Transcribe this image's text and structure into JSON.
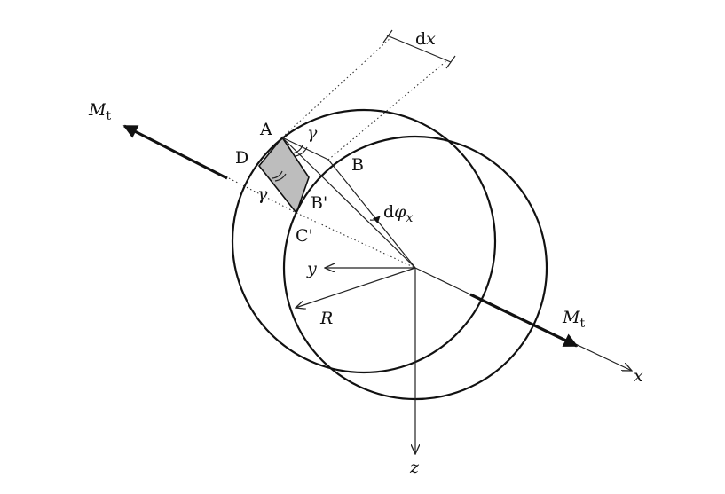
{
  "labels": {
    "A": "A",
    "B": "B",
    "B_prime": "B'",
    "C_prime": "C'",
    "D": "D",
    "gamma": "γ",
    "dx_d": "d",
    "dx_x": "x",
    "dphi_d": "d",
    "dphi_phi": "φ",
    "dphi_sub": "x",
    "y": "y",
    "z": "z",
    "x": "x",
    "R": "R",
    "moment": "M",
    "moment_sub": "t"
  },
  "colors": {
    "line": "#111111",
    "shaded_element": "#bdbdbd"
  }
}
